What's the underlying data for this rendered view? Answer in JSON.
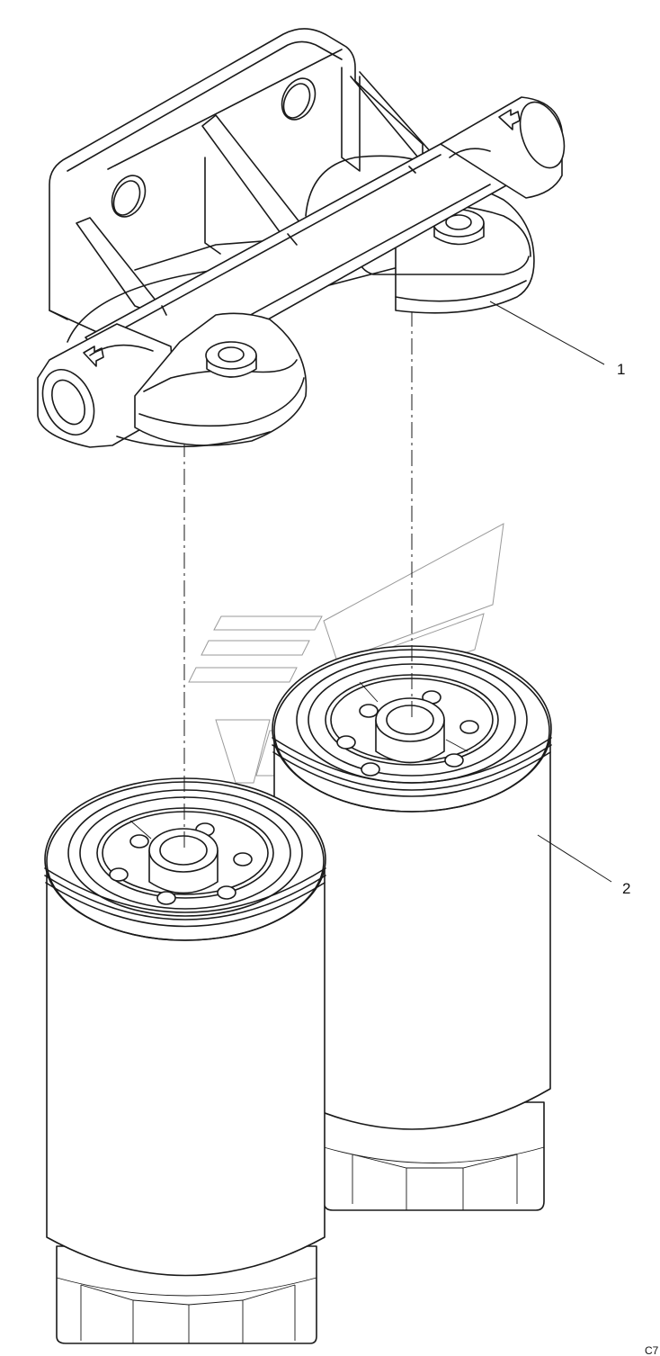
{
  "callouts": [
    {
      "id": "bracket",
      "label": "1"
    },
    {
      "id": "filter",
      "label": "2"
    }
  ],
  "drawing_code": "C7"
}
